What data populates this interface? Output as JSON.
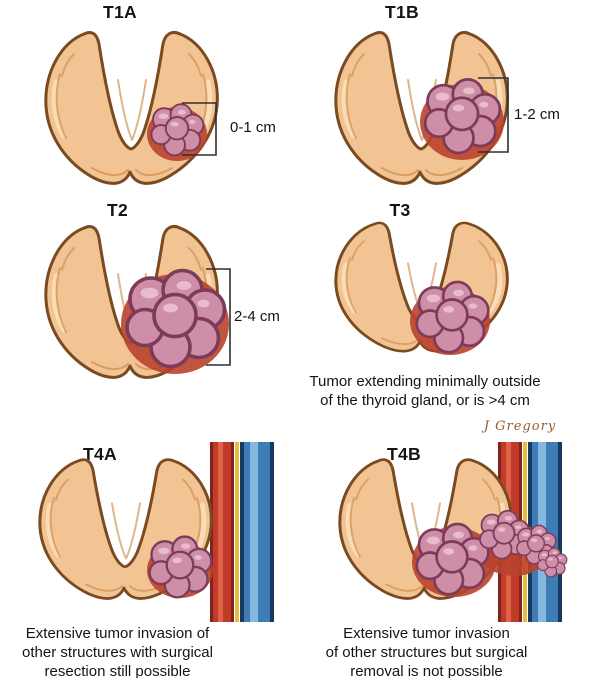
{
  "figure": {
    "subject": "Thyroid cancer T-staging illustration",
    "panels": {
      "t1a": {
        "title": "T1A",
        "measure": "0-1 cm"
      },
      "t1b": {
        "title": "T1B",
        "measure": "1-2 cm"
      },
      "t2": {
        "title": "T2",
        "measure": "2-4 cm"
      },
      "t3": {
        "title": "T3",
        "caption": [
          "Tumor extending minimally outside",
          "of the thyroid gland, or is >4 cm"
        ]
      },
      "t4a": {
        "title": "T4A",
        "caption": [
          "Extensive tumor invasion of",
          "other structures with surgical",
          "resection still possible"
        ]
      },
      "t4b": {
        "title": "T4B",
        "caption": [
          "Extensive tumor invasion",
          "of other structures but surgical",
          "removal is not possible"
        ]
      }
    },
    "signature": "J Gregory",
    "colors": {
      "background": "#ffffff",
      "thyroid_fill": "#F3C493",
      "thyroid_outline": "#7A4A21",
      "tumor_fill": "#CE8EA8",
      "tumor_outline": "#7C3B58",
      "inflammation_halo": "#B9422D",
      "artery_red": "#C23B2A",
      "vein_blue": "#3E7CB5",
      "nerve_yellow": "#E7BC3F",
      "text": "#141414",
      "signature_text": "#9A5B2C"
    }
  }
}
